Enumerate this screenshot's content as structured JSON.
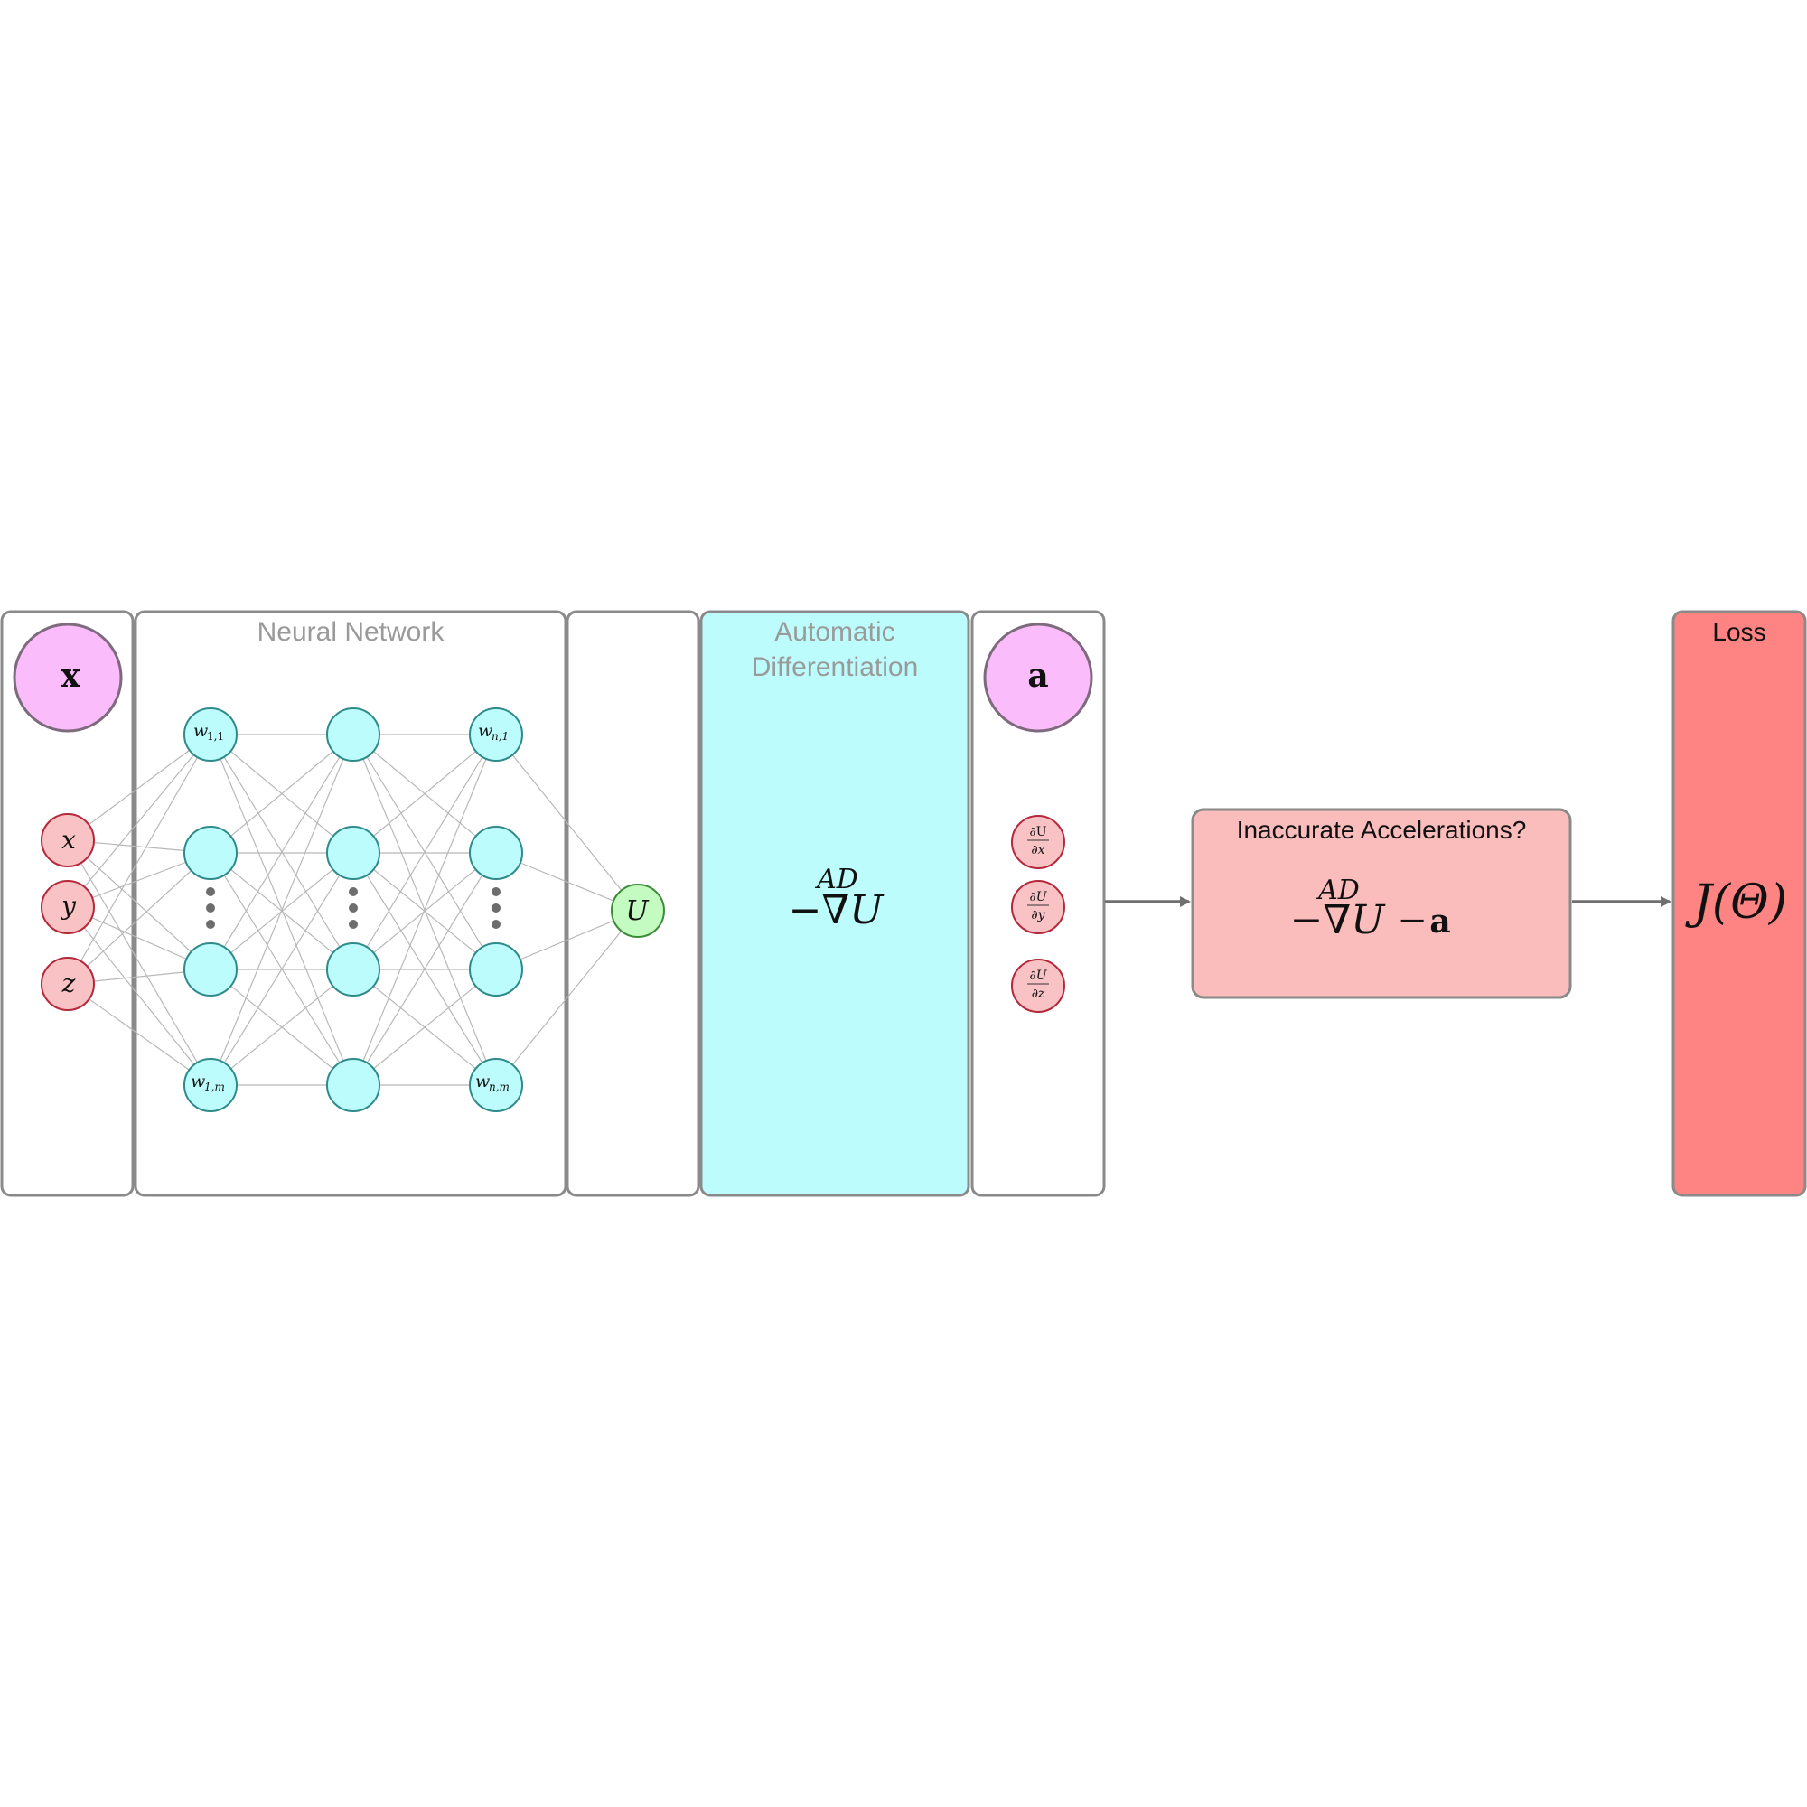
{
  "panels": {
    "input": {
      "symbol": "x"
    },
    "network": {
      "title": "Neural Network"
    },
    "autodiff": {
      "title_line1": "Automatic",
      "title_line2": "Differentiation",
      "op_label": "AD",
      "expr": "−∇U"
    },
    "accel": {
      "symbol": "a"
    },
    "compare": {
      "title": "Inaccurate Accelerations?",
      "op_label": "AD",
      "expr_grad": "−∇U",
      "expr_minus": "−",
      "expr_a": "a"
    },
    "loss": {
      "title": "Loss",
      "expr": "J(Θ)"
    }
  },
  "inputs": [
    "x",
    "y",
    "z"
  ],
  "hidden_labels": {
    "w11": {
      "base": "w",
      "sub": "1,1"
    },
    "w1m": {
      "base": "w",
      "sub": "1,m"
    },
    "wn1": {
      "base": "w",
      "sub": "n,1"
    },
    "wnm": {
      "base": "w",
      "sub": "n,m"
    }
  },
  "output": "U",
  "gradients": [
    {
      "num": "∂U",
      "den": "∂x"
    },
    {
      "num": "∂U",
      "den": "∂y"
    },
    {
      "num": "∂U",
      "den": "∂z"
    }
  ],
  "colors": {
    "hidden": "#bdfcfc",
    "input": "#f9c2c4",
    "big_symbol": "#fbbcfb",
    "output": "#c4fbc0",
    "autodiff_panel": "#bdfcfc",
    "compare_panel": "#fbbcbc",
    "loss_panel": "#fe8383"
  }
}
